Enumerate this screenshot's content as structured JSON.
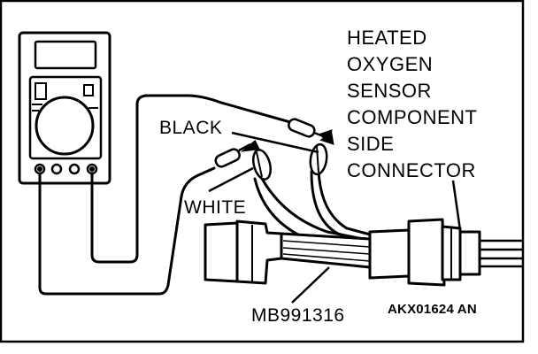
{
  "component_label": {
    "lines": [
      "HEATED",
      "OXYGEN",
      "SENSOR",
      "COMPONENT",
      "SIDE",
      "CONNECTOR"
    ]
  },
  "probe_labels": {
    "black": "BLACK",
    "white": "WHITE"
  },
  "harness_label": "MB991316",
  "figure_code": "AKX01624 AN",
  "colors": {
    "line": "#000000",
    "background": "#ffffff"
  }
}
